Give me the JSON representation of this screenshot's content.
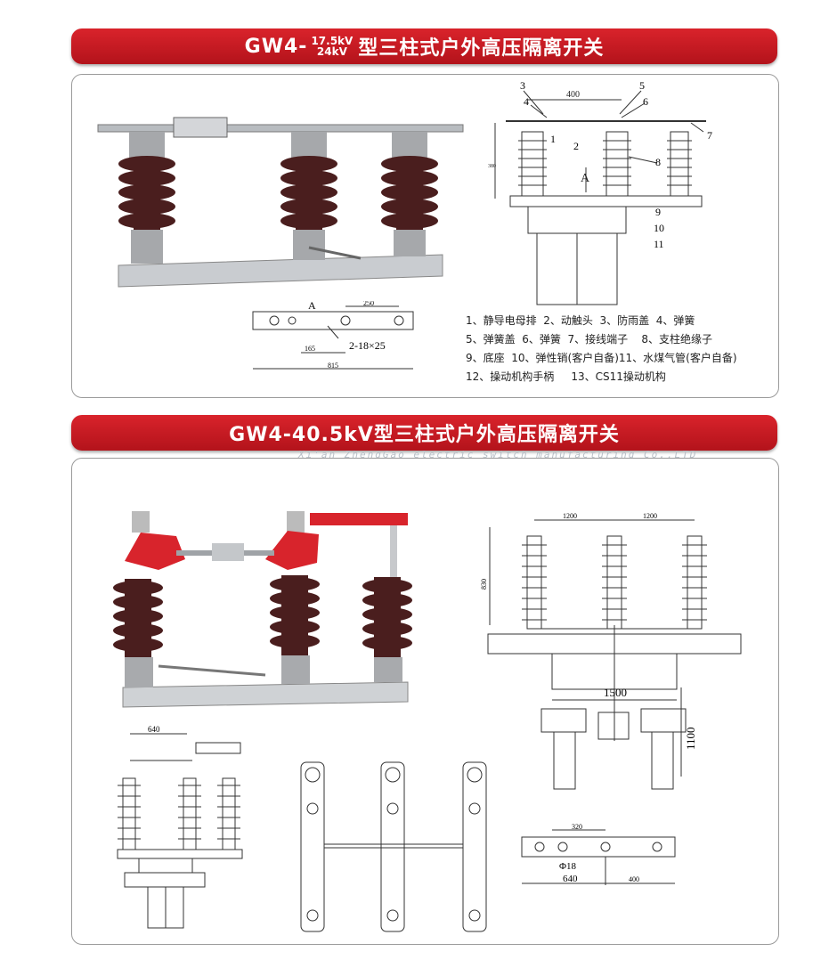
{
  "section1": {
    "title_prefix": "GW4-",
    "voltage_top": "17.5kV",
    "voltage_bottom": "24kV",
    "title_suffix": "型三柱式户外高压隔离开关",
    "dims": {
      "top_span": "400",
      "height": "380",
      "hole_span": "250",
      "offset": "165",
      "length": "815",
      "holes": "2-18×25",
      "view": "A"
    },
    "callouts": [
      "1",
      "2",
      "3",
      "4",
      "5",
      "6",
      "7",
      "8",
      "9",
      "10",
      "11"
    ],
    "legend": [
      "1、静导电母排  2、动触头  3、防雨盖  4、弹簧",
      "5、弹簧盖  6、弹簧  7、接线端子    8、支柱绝缘子",
      "9、底座  10、弹性销(客户自备)11、水煤气管(客户自备)",
      "12、操动机构手柄     13、CS11操动机构"
    ]
  },
  "section2": {
    "title": "GW4-40.5kV型三柱式户外高压隔离开关",
    "watermark": "Xi'an ZhengGao electric switch manufacturing Co.,LTD",
    "dims": {
      "span_a": "1200",
      "span_b": "1200",
      "height": "830",
      "pipe": "1500",
      "mech": "1100",
      "side_span": "640",
      "base_hole": "320",
      "base_phi": "Φ18",
      "base_len": "640",
      "base_off": "400"
    }
  },
  "colors": {
    "banner": "#c81a22",
    "insulator": "#4a1e1e",
    "cap_red": "#d8242c"
  }
}
